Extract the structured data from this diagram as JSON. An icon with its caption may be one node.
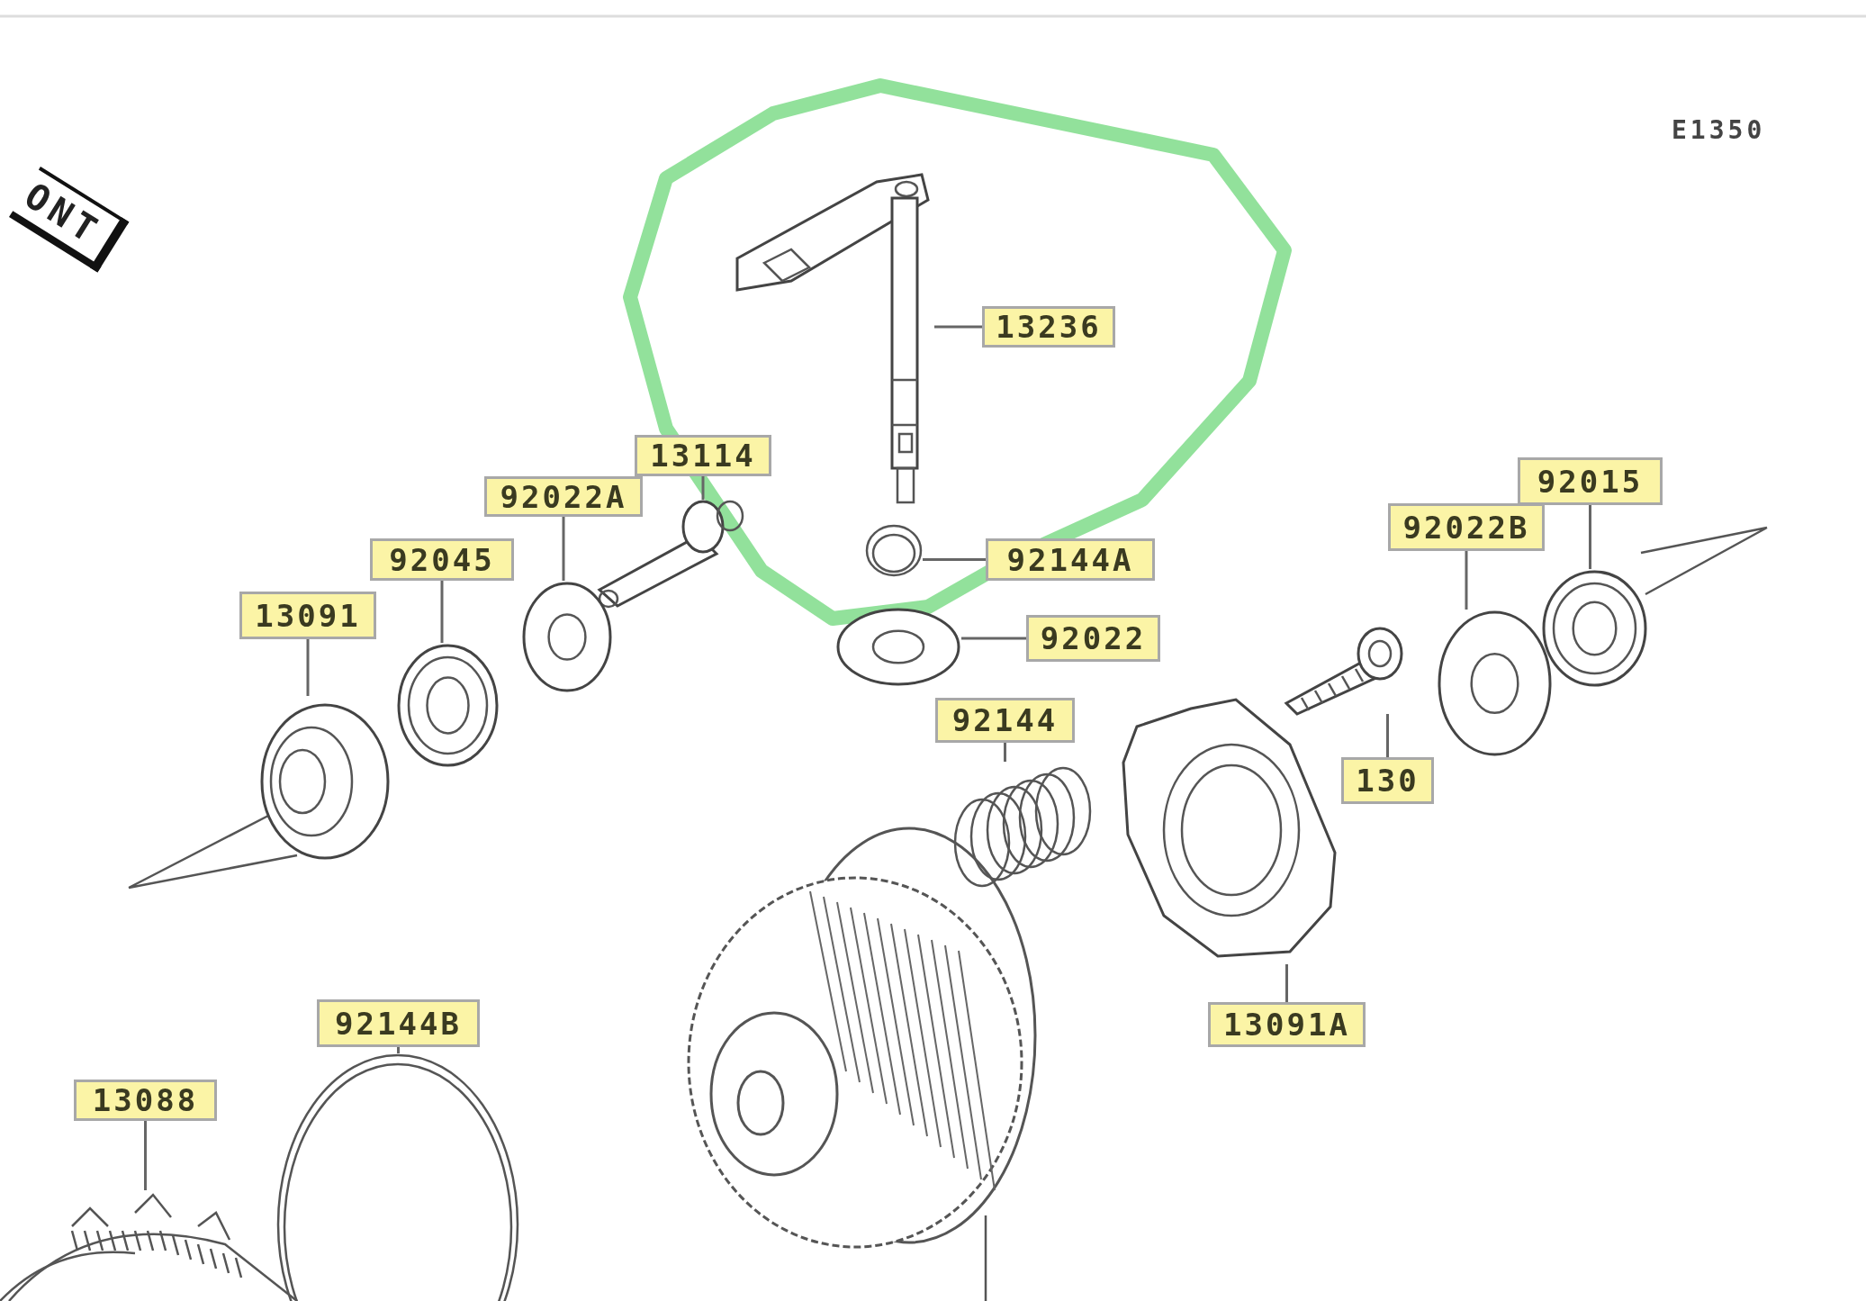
{
  "diagram": {
    "nodes": [
      {
        "text": [
          "13236"
        ]
      },
      {
        "text": [],
        "shape": "picture"
      },
      {
        "text": [
          "13114"
        ]
      },
      {
        "text": [],
        "shape": "picture"
      },
      {
        "text": [
          "92022A"
        ]
      },
      {
        "text": [],
        "shape": "picture"
      },
      {
        "text": [
          "92144A"
        ]
      },
      {
        "text": [],
        "shape": "circle"
      },
      {
        "text": [
          "92045"
        ]
      },
      {
        "text": [],
        "shape": "picture"
      },
      {
        "text": [
          "92015"
        ]
      },
      {
        "text": [],
        "shape": "picture"
      },
      {
        "text": [
          "92022B"
        ]
      },
      {
        "text": [],
        "shape": "picture"
      },
      {
        "text": [
          "13091"
        ]
      },
      {
        "text": [],
        "shape": "picture"
      },
      {
        "text": [
          "92022"
        ]
      },
      {
        "text": [],
        "shape": "picture"
      },
      {
        "text": [
          "92144"
        ]
      },
      {
        "text": [],
        "shape": "picture"
      },
      {
        "text": [
          "130"
        ]
      },
      {
        "text": [],
        "shape": "picture"
      },
      {
        "text": [
          "13091A"
        ]
      },
      {
        "text": [],
        "shape": "picture"
      },
      {
        "text": [
          "92144B"
        ]
      },
      {
        "text": [],
        "shape": "circle"
      },
      {
        "text": [
          "13088"
        ]
      },
      {
        "text": [],
        "shape": "picture"
      }
    ],
    "edges": [
      {
        "from": 0,
        "to": 1,
        "arrow": "none"
      },
      {
        "from": 2,
        "to": 3,
        "arrow": "none"
      },
      {
        "from": 4,
        "to": 5,
        "arrow": "none"
      },
      {
        "from": 6,
        "to": 7,
        "arrow": "none"
      },
      {
        "from": 8,
        "to": 9,
        "arrow": "none"
      },
      {
        "from": 10,
        "to": 11,
        "arrow": "none"
      },
      {
        "from": 12,
        "to": 13,
        "arrow": "none"
      },
      {
        "from": 14,
        "to": 15,
        "arrow": "none"
      },
      {
        "from": 16,
        "to": 17,
        "arrow": "none"
      },
      {
        "from": 18,
        "to": 19,
        "arrow": "none"
      },
      {
        "from": 20,
        "to": 21,
        "arrow": "none"
      },
      {
        "from": 22,
        "to": 23,
        "arrow": "none"
      },
      {
        "from": 24,
        "to": 25,
        "arrow": "none"
      },
      {
        "from": 26,
        "to": 27,
        "arrow": "none"
      }
    ],
    "labels": [
      "E1350",
      "ONT"
    ]
  }
}
